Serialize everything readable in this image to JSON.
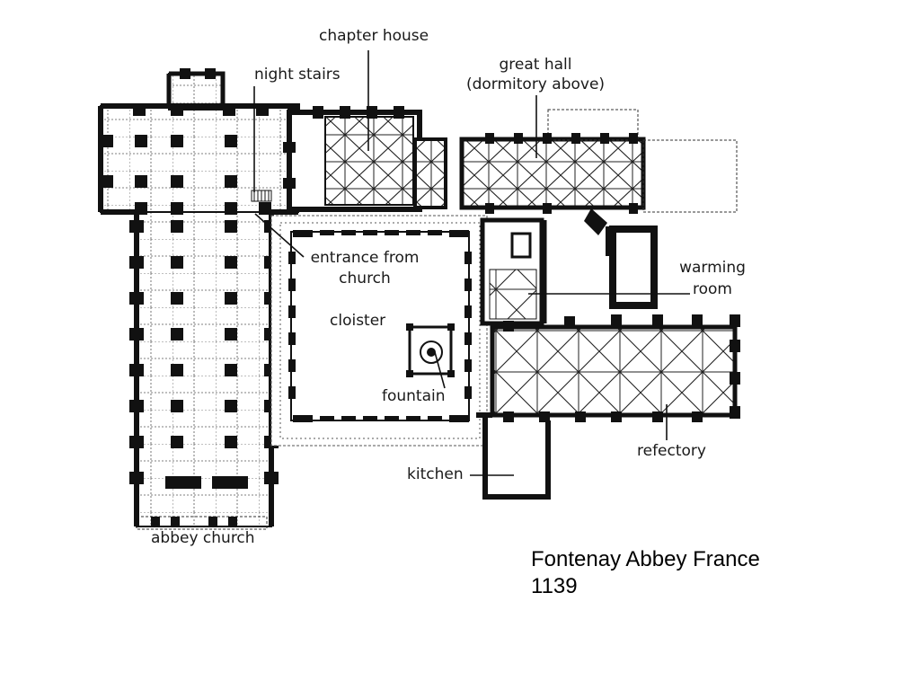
{
  "labels": {
    "chapter_house": "chapter house",
    "night_stairs": "night stairs",
    "great_hall": "great hall",
    "dormitory_above": "(dormitory above)",
    "entrance_from": "entrance from",
    "church": "church",
    "cloister": "cloister",
    "fountain": "fountain",
    "warming": "warming",
    "room": "room",
    "refectory": "refectory",
    "kitchen": "kitchen",
    "abbey_church": "abbey church"
  },
  "caption": {
    "line1": "Fontenay Abbey France",
    "line2": "1139"
  }
}
